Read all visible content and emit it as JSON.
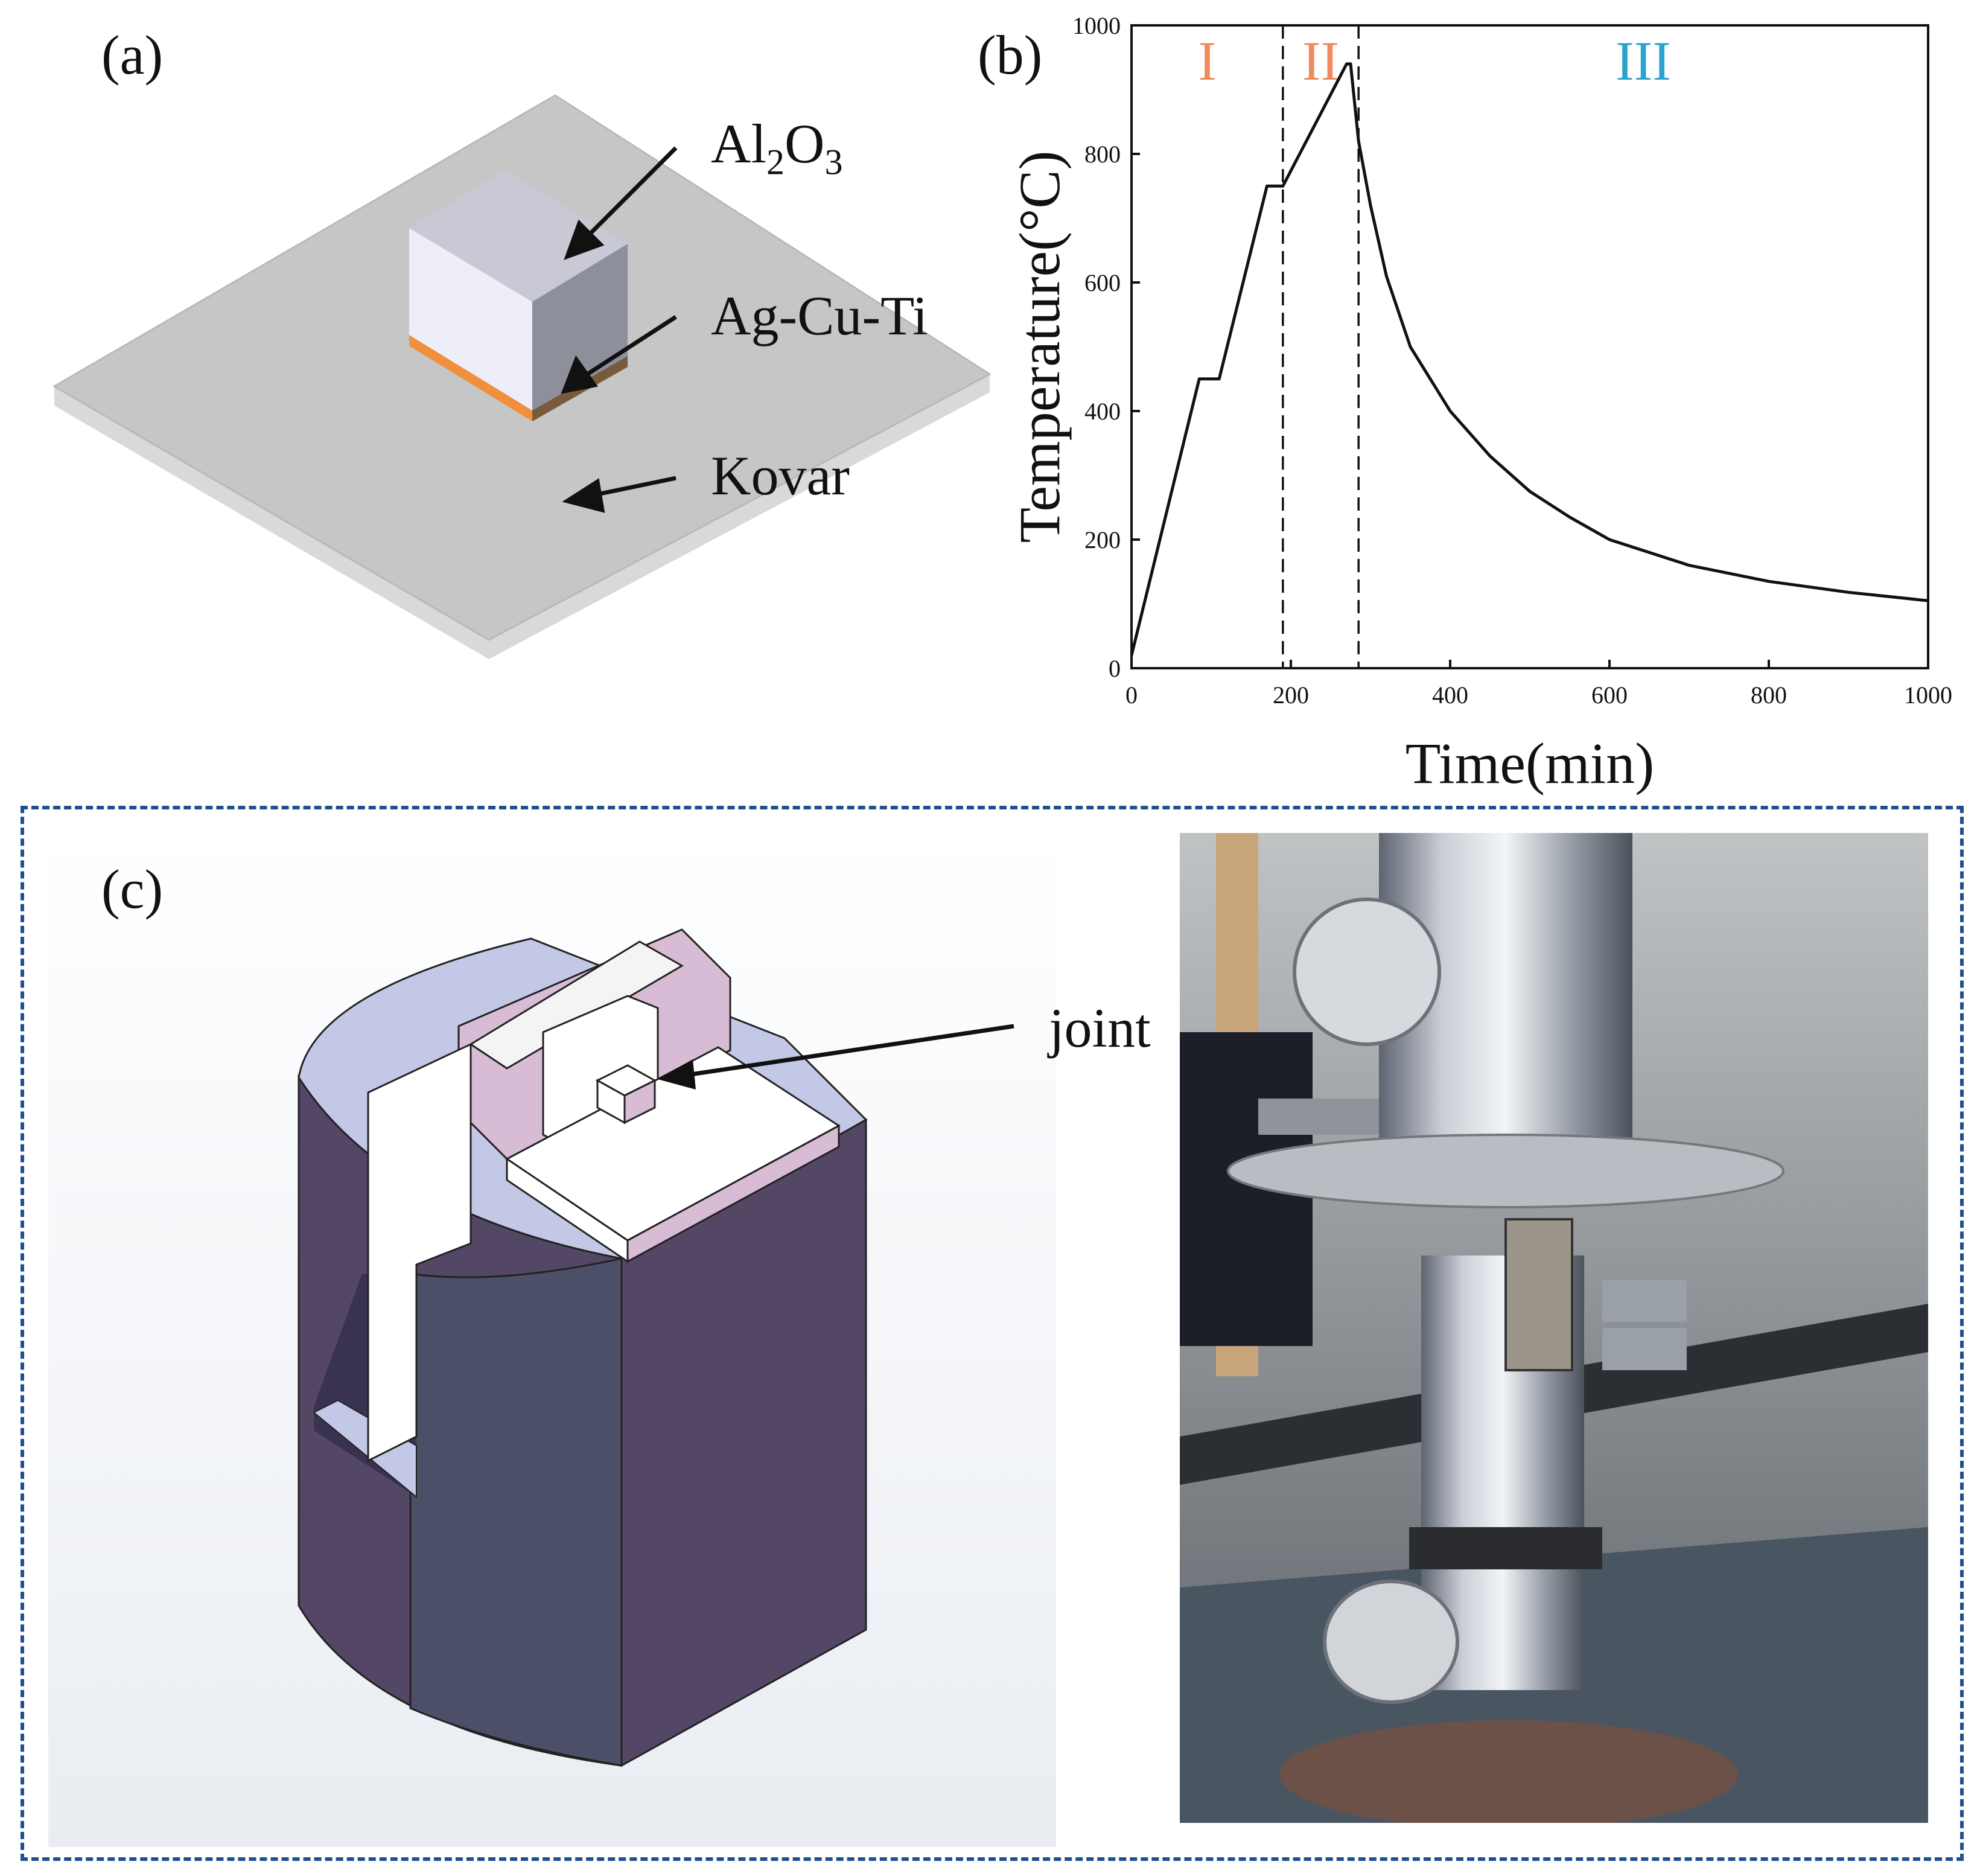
{
  "panels": {
    "a": {
      "label": "(a)",
      "callouts": {
        "alumina_main": "Al",
        "alumina_sub1": "2",
        "alumina_o": "O",
        "alumina_sub2": "3",
        "filler": "Ag-Cu-Ti",
        "base": "Kovar"
      },
      "colors": {
        "plate": "#c6c6c6",
        "block_front": "#eeeef8",
        "block_side": "#8d8f9a",
        "filler_layer": "#f0903c"
      }
    },
    "b": {
      "label": "(b)"
    },
    "c": {
      "label": "(c)",
      "callout": "joint",
      "frame_color": "#1f4f8f",
      "colors": {
        "fixture_body": "#544766",
        "fixture_top": "#c2c8e6",
        "fixture_insert": "#d8bcd6",
        "specimen": "#ffffff"
      }
    }
  },
  "chart_data": {
    "type": "line",
    "xlabel": "Time(min)",
    "ylabel": "Temperature(°C)",
    "xlim": [
      0,
      1000
    ],
    "ylim": [
      0,
      1000
    ],
    "xticks": [
      0,
      200,
      400,
      600,
      800,
      1000
    ],
    "yticks": [
      0,
      200,
      400,
      600,
      800,
      1000
    ],
    "x_tick_labels": [
      "0",
      "200",
      "400",
      "600",
      "800",
      "1000"
    ],
    "y_tick_labels": [
      "0",
      "200",
      "400",
      "600",
      "800",
      "1000"
    ],
    "grid": false,
    "regions": [
      {
        "label": "I",
        "color": "#f08a5d"
      },
      {
        "label": "II",
        "color": "#f08a5d"
      },
      {
        "label": "III",
        "color": "#2aa3cf"
      }
    ],
    "region_boundaries_x": [
      190,
      285
    ],
    "series": [
      {
        "x": [
          0,
          85,
          110,
          170,
          190,
          270,
          275,
          285,
          300,
          320,
          350,
          400,
          450,
          500,
          550,
          600,
          700,
          800,
          900,
          1000
        ],
        "y": [
          20,
          450,
          450,
          750,
          750,
          940,
          940,
          820,
          720,
          610,
          500,
          400,
          330,
          275,
          235,
          200,
          160,
          135,
          118,
          105
        ]
      }
    ]
  }
}
